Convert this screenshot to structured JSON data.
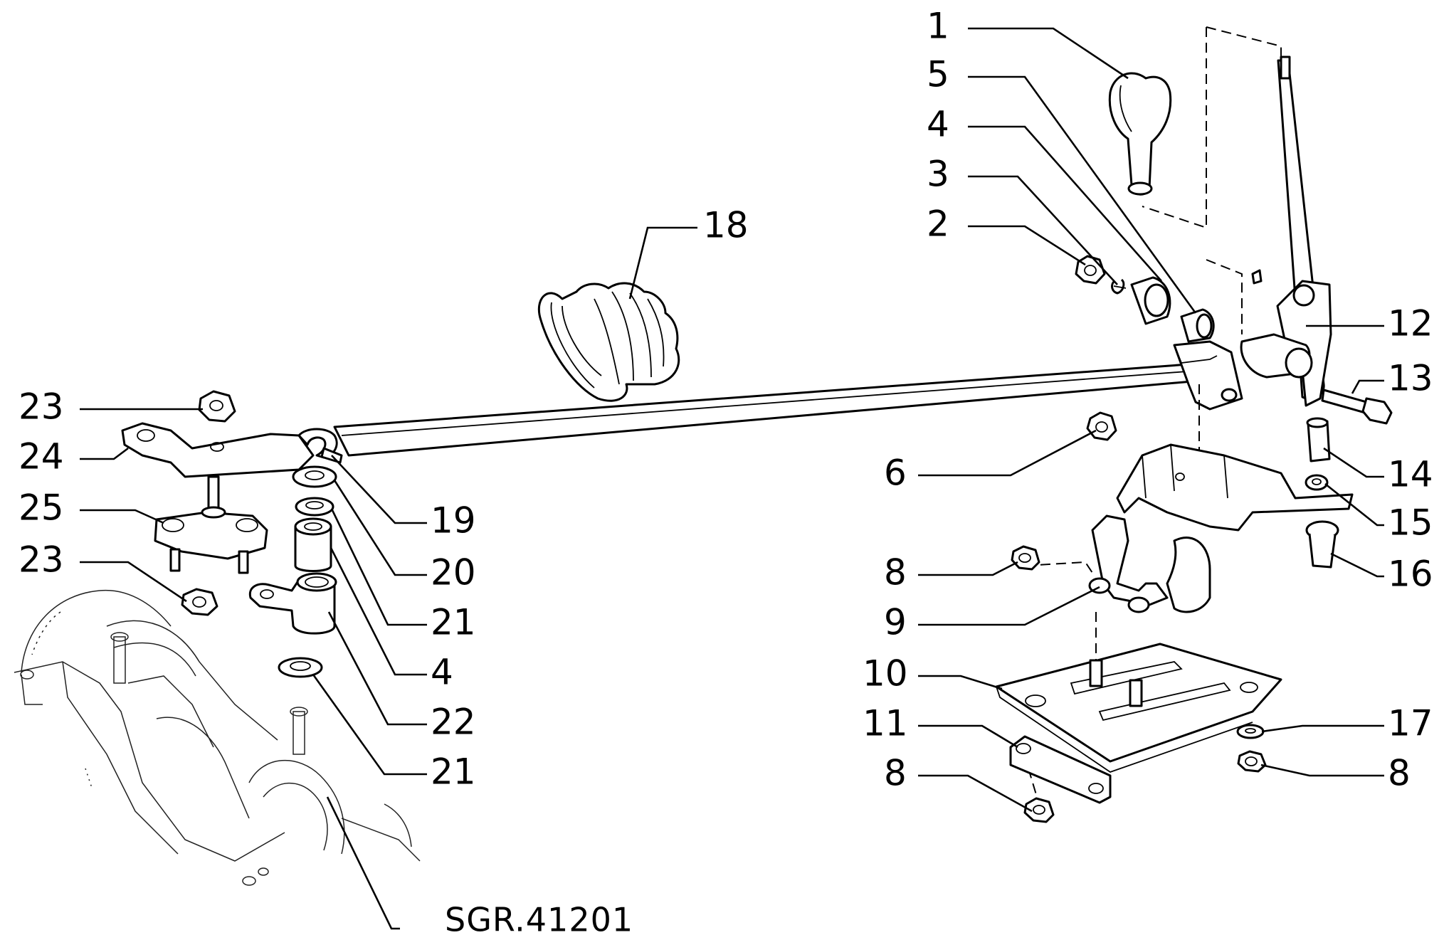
{
  "drawing_code": "SGR.41201",
  "callouts": [
    {
      "id": "c1",
      "text": "1"
    },
    {
      "id": "c5",
      "text": "5"
    },
    {
      "id": "c4a",
      "text": "4"
    },
    {
      "id": "c3",
      "text": "3"
    },
    {
      "id": "c2",
      "text": "2"
    },
    {
      "id": "c18",
      "text": "18"
    },
    {
      "id": "c12",
      "text": "12"
    },
    {
      "id": "c13",
      "text": "13"
    },
    {
      "id": "c23a",
      "text": "23"
    },
    {
      "id": "c24",
      "text": "24"
    },
    {
      "id": "c6",
      "text": "6"
    },
    {
      "id": "c14",
      "text": "14"
    },
    {
      "id": "c25",
      "text": "25"
    },
    {
      "id": "c19",
      "text": "19"
    },
    {
      "id": "c15",
      "text": "15"
    },
    {
      "id": "c23b",
      "text": "23"
    },
    {
      "id": "c8a",
      "text": "8"
    },
    {
      "id": "c20",
      "text": "20"
    },
    {
      "id": "c16",
      "text": "16"
    },
    {
      "id": "c21a",
      "text": "21"
    },
    {
      "id": "c9",
      "text": "9"
    },
    {
      "id": "c4b",
      "text": "4"
    },
    {
      "id": "c10",
      "text": "10"
    },
    {
      "id": "c22",
      "text": "22"
    },
    {
      "id": "c11",
      "text": "11"
    },
    {
      "id": "c17",
      "text": "17"
    },
    {
      "id": "c21b",
      "text": "21"
    },
    {
      "id": "c8b",
      "text": "8"
    },
    {
      "id": "c8c",
      "text": "8"
    }
  ]
}
